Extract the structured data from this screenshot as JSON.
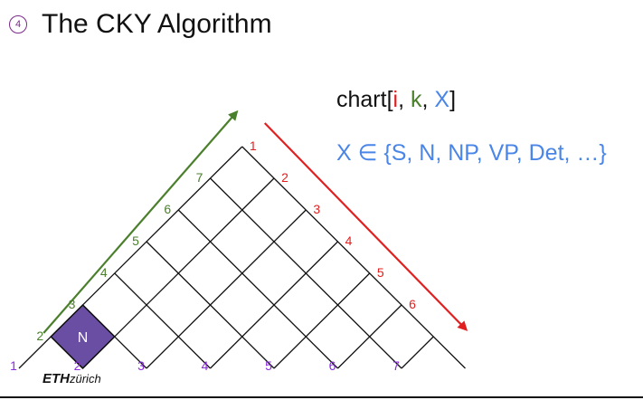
{
  "slide": {
    "number": "4",
    "title": "The CKY Algorithm"
  },
  "formula": {
    "line1": {
      "prefix": "chart[",
      "i": "i",
      "sep1": ", ",
      "k": "k",
      "sep2": ", ",
      "X": "X",
      "suffix": "]"
    },
    "line2": "X ∈ {S, N, NP, VP, Det, …}"
  },
  "chart": {
    "size": 7,
    "filled_cell": {
      "row": 1,
      "col": 1,
      "label": "N",
      "color": "#6a4ea3"
    },
    "bottom_labels": [
      "1",
      "2",
      "3",
      "4",
      "5",
      "6",
      "7"
    ],
    "left_labels": [
      "2",
      "3",
      "4",
      "5",
      "6",
      "7"
    ],
    "right_labels": [
      "1",
      "2",
      "3",
      "4",
      "5",
      "6"
    ],
    "colors": {
      "bottom": "#8b2be2",
      "left": "#4a7f2c",
      "right": "#e02020",
      "grid": "#111111",
      "left_arrow": "#4a7f2c",
      "right_arrow": "#e02020"
    }
  },
  "footer": {
    "logo_bold": "ETH",
    "logo_rest": "zürich"
  }
}
